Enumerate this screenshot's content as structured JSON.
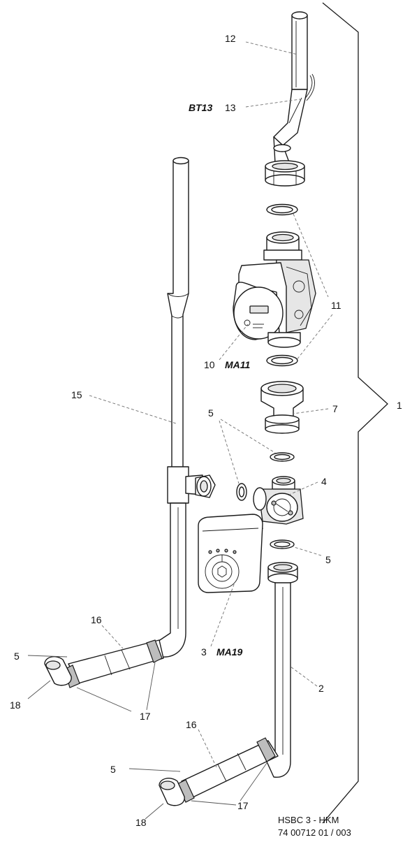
{
  "callouts": {
    "c1": "1",
    "c2": "2",
    "c3": "3",
    "c4": "4",
    "c5a": "5",
    "c5b": "5",
    "c5c": "5",
    "c5d": "5",
    "c7": "7",
    "c10": "10",
    "c11": "11",
    "c12": "12",
    "c13": "13",
    "c15": "15",
    "c16a": "16",
    "c16b": "16",
    "c17a": "17",
    "c17b": "17",
    "c18a": "18",
    "c18b": "18"
  },
  "codes": {
    "bt13": "BT13",
    "ma11": "MA11",
    "ma19": "MA19"
  },
  "footer": {
    "model": "HSBC 3 - HKM",
    "doc_number": "74 00712 01 / 003"
  }
}
